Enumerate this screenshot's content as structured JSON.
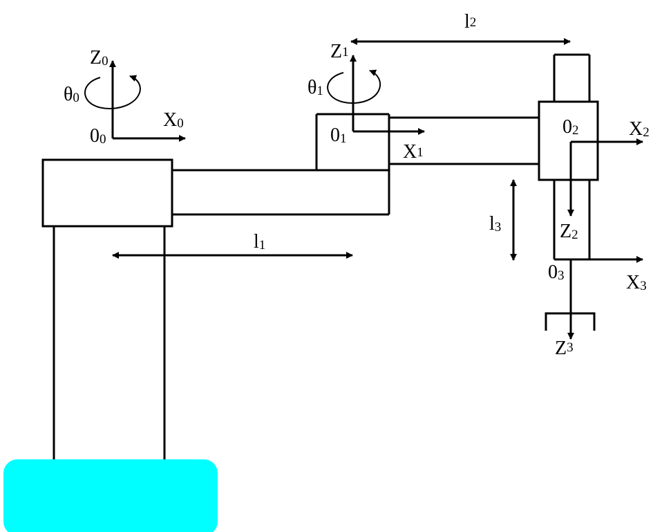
{
  "colors": {
    "base": "#00ffff",
    "line": "#000000"
  },
  "frame0": {
    "z": "Z",
    "z_sub": "0",
    "x": "X",
    "x_sub": "0",
    "origin": "0",
    "origin_sub": "0",
    "theta": "θ",
    "theta_sub": "0"
  },
  "frame1": {
    "z": "Z",
    "z_sub": "1",
    "x": "X",
    "x_sub": "1",
    "origin": "0",
    "origin_sub": "1",
    "theta": "θ",
    "theta_sub": "1"
  },
  "frame2": {
    "z": "Z",
    "z_sub": "2",
    "x": "X",
    "x_sub": "2",
    "origin": "0",
    "origin_sub": "2"
  },
  "frame3": {
    "z": "Z",
    "z_sub": "3",
    "x": "X",
    "x_sub": "3",
    "origin": "0",
    "origin_sub": "3"
  },
  "lengths": {
    "l1": {
      "main": "l",
      "sub": "1"
    },
    "l2": {
      "main": "l",
      "sub": "2"
    },
    "l3": {
      "main": "l",
      "sub": "3"
    }
  }
}
